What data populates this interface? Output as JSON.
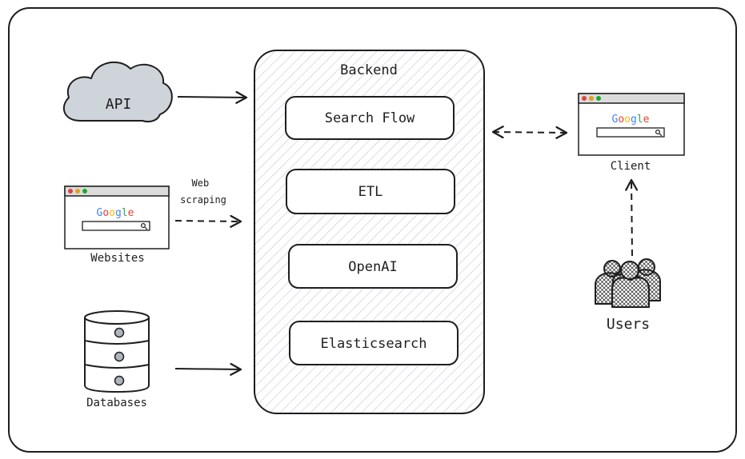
{
  "backend": {
    "title": "Backend",
    "services": [
      "Search Flow",
      "ETL",
      "OpenAI",
      "Elasticsearch"
    ]
  },
  "sources": {
    "api": "API",
    "websites": "Websites",
    "web_scraping": [
      "Web",
      "scraping"
    ],
    "databases": "Databases"
  },
  "client": {
    "label": "Client"
  },
  "users": {
    "label": "Users"
  },
  "browser": {
    "logo_letters": [
      "G",
      "o",
      "o",
      "g",
      "l",
      "e"
    ],
    "logo_colors": [
      "#4285F4",
      "#EA4335",
      "#FBBC05",
      "#4285F4",
      "#34A853",
      "#EA4335"
    ],
    "dot_colors": [
      "#e0443e",
      "#dea123",
      "#1aab29"
    ]
  },
  "colors": {
    "stroke": "#1e1e1e",
    "cloud_fill": "#ced4da",
    "hatch": "#c3c8ce"
  }
}
